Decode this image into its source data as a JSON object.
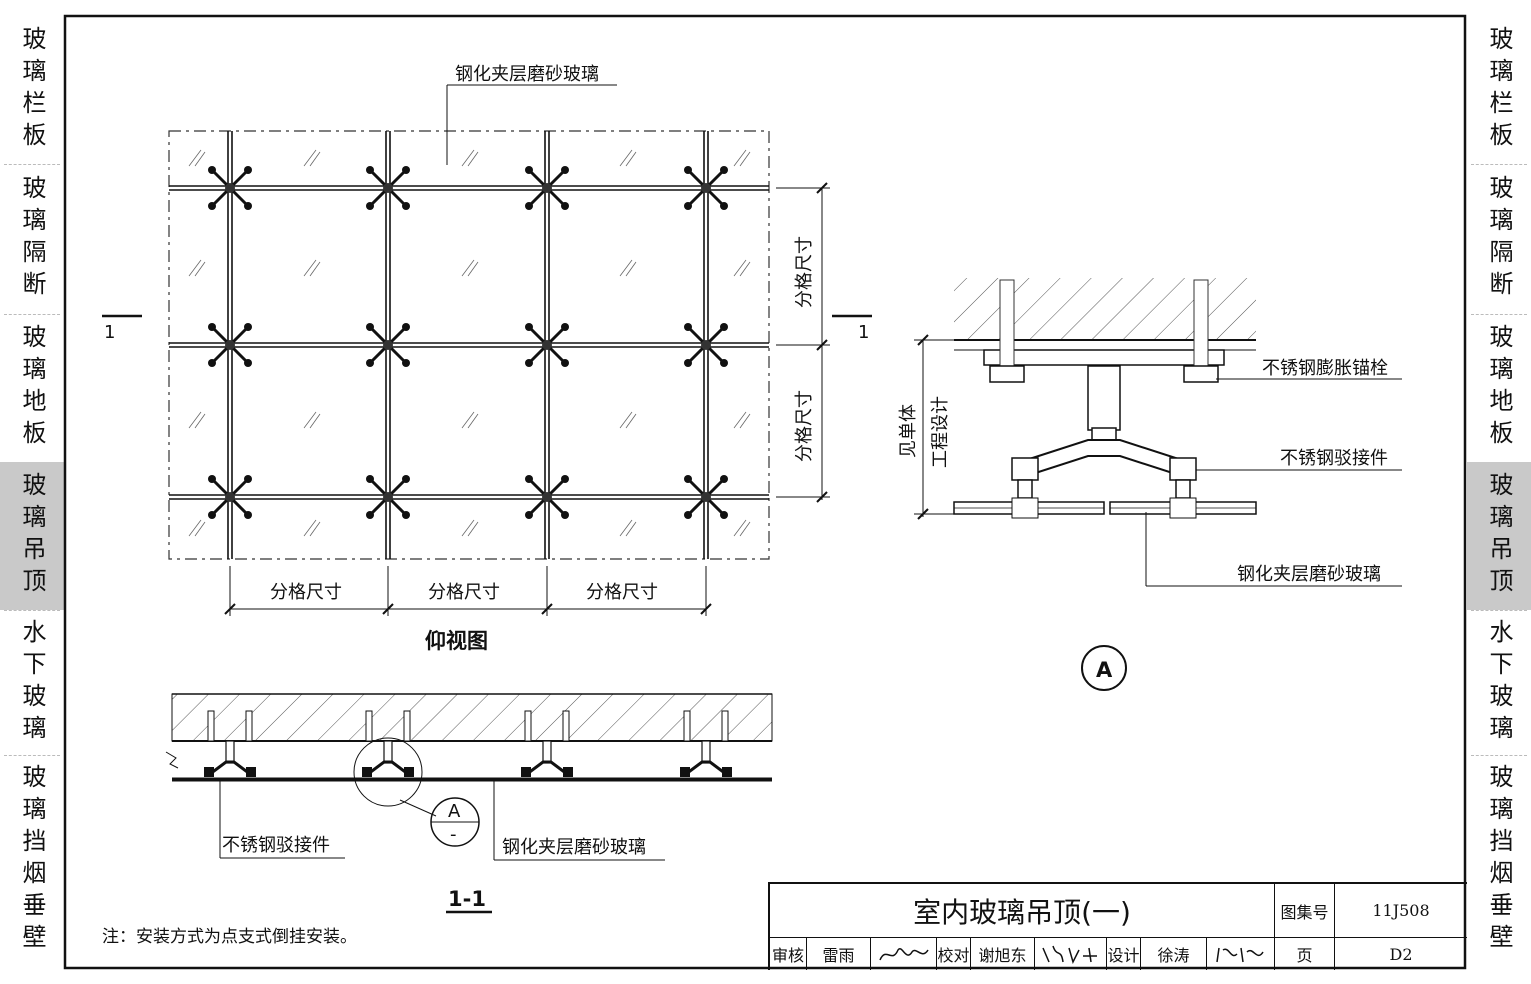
{
  "left_tabs": [
    {
      "label": "玻璃栏板",
      "active": false
    },
    {
      "label": "玻璃隔断",
      "active": false
    },
    {
      "label": "玻璃地板",
      "active": false
    },
    {
      "label": "玻璃吊顶",
      "active": true
    },
    {
      "label": "水下玻璃",
      "active": false
    },
    {
      "label": "玻璃挡烟垂壁",
      "active": false
    }
  ],
  "right_tabs": [
    {
      "label": "玻璃栏板",
      "active": false
    },
    {
      "label": "玻璃隔断",
      "active": false
    },
    {
      "label": "玻璃地板",
      "active": false
    },
    {
      "label": "玻璃吊顶",
      "active": true
    },
    {
      "label": "水下玻璃",
      "active": false
    },
    {
      "label": "玻璃挡烟垂壁",
      "active": false
    }
  ],
  "plan": {
    "top_label": "钢化夹层磨砂玻璃",
    "grid_dim_label": "分格尺寸",
    "bottom_dims": [
      "分格尺寸",
      "分格尺寸",
      "分格尺寸"
    ],
    "side_dims": [
      "分格尺寸",
      "分格尺寸"
    ],
    "section_mark": "1",
    "title": "仰视图"
  },
  "section": {
    "left_label": "不锈钢驳接件",
    "right_label": "钢化夹层磨砂玻璃",
    "detail_ref_top": "A",
    "detail_ref_bottom": "-",
    "title": "1-1"
  },
  "detail": {
    "dim_label_1": "见单体",
    "dim_label_2": "工程设计",
    "label_anchor": "不锈钢膨胀锚栓",
    "label_fitting": "不锈钢驳接件",
    "label_glass": "钢化夹层磨砂玻璃",
    "marker": "A"
  },
  "note": "注：安装方式为点支式倒挂安装。",
  "title_block": {
    "title": "室内玻璃吊顶(一)",
    "atlas_label": "图集号",
    "atlas_no": "11J508",
    "review_label": "审核",
    "reviewer": "雷雨",
    "check_label": "校对",
    "checker": "谢旭东",
    "design_label": "设计",
    "designer": "徐涛",
    "page_label": "页",
    "page_no": "D2"
  }
}
